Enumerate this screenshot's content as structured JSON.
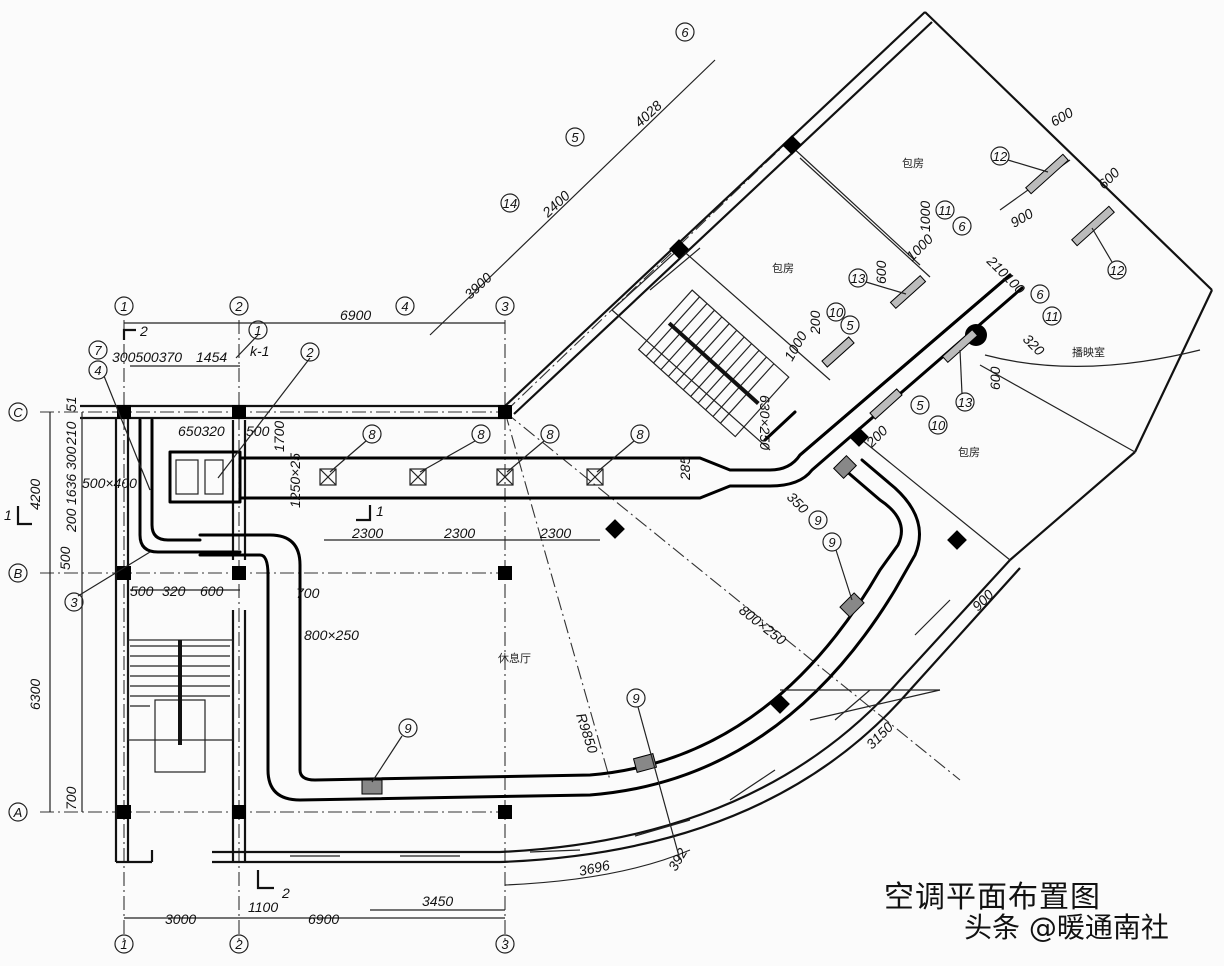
{
  "title": "空调平面布置图",
  "watermark": "头条 @暖通南社",
  "grid_axes": {
    "rows": [
      "C",
      "B",
      "A"
    ],
    "cols_bottom": [
      "1",
      "2",
      "3"
    ],
    "cols_top": [
      "1",
      "2",
      "3",
      "4",
      "14",
      "5",
      "6"
    ]
  },
  "rooms": {
    "lounge": "休息厅",
    "private_room_1": "包房",
    "private_room_2": "包房",
    "private_room_3": "包房",
    "pantry": "播映室"
  },
  "section_marks": {
    "s1_num": "1",
    "s2_num": "2",
    "k1": "k-1"
  },
  "dims": {
    "d6900_top": "6900",
    "d3900": "3900",
    "d2400": "2400",
    "d4028": "4028",
    "d3000": "3000",
    "d1100": "1100",
    "d6900_bot": "6900",
    "d3450": "3450",
    "d3696": "3696",
    "d392": "392",
    "d3150": "3150",
    "d4200": "4200",
    "d6300": "6300",
    "d500l": "500",
    "d700l": "700",
    "d51": "51",
    "d210": "210",
    "d300": "300",
    "d1636": "1636",
    "d200": "200",
    "d300500370": "300500370",
    "d1454": "1454",
    "d650320": "650320",
    "d500t": "500",
    "d1700": "1700",
    "d500x400": "500×400",
    "d1250x250": "1250×25",
    "d2300a": "2300",
    "d2300b": "2300",
    "d2300c": "2300",
    "d285": "285",
    "d500b": "500",
    "d320b": "320",
    "d600b": "600",
    "d700r": "700",
    "d800x250a": "800×250",
    "d800x250b": "800×250",
    "d630x250": "630×250",
    "d350": "350",
    "d200r": "200",
    "d1000a": "1000",
    "d200s": "200",
    "d1000b": "1000",
    "d1000c": "1000",
    "d600c": "600",
    "d600d": "600",
    "d320r": "320",
    "d600e": "600",
    "d600f": "600",
    "d900a": "900",
    "d900b": "900",
    "d210100": "210100",
    "d9850": "R9850"
  },
  "callouts": {
    "c1": "1",
    "c2": "2",
    "c3": "3",
    "c4": "4",
    "c5": "5",
    "c6": "6",
    "c7": "7",
    "c8": "8",
    "c9": "9",
    "c10": "10",
    "c11": "11",
    "c12": "12",
    "c13": "13"
  }
}
